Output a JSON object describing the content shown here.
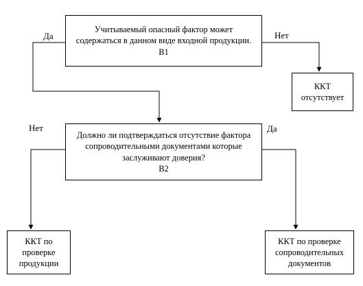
{
  "nodes": {
    "b1": {
      "lines": [
        "Учитываемый опасный фактор может",
        "содержаться в данном виде входной продукции.",
        "В1"
      ]
    },
    "kkt_absent": {
      "lines": [
        "ККТ",
        "отсутствует"
      ]
    },
    "b2": {
      "lines": [
        "Должно ли подтверждаться отсутствие фактора",
        "сопроводительными документами которые",
        "заслуживают доверия?",
        "В2"
      ]
    },
    "kkt_product": {
      "lines": [
        "ККТ по",
        "проверке",
        "продукции"
      ]
    },
    "kkt_docs": {
      "lines": [
        "ККТ  по проверке",
        "сопроводительных",
        "документов"
      ]
    }
  },
  "edge_labels": {
    "b1_yes": "Да",
    "b1_no": "Нет",
    "b2_no": "Нет",
    "b2_yes": "Да"
  },
  "colors": {
    "line": "#000000",
    "box_border": "#000000",
    "background": "#ffffff"
  }
}
